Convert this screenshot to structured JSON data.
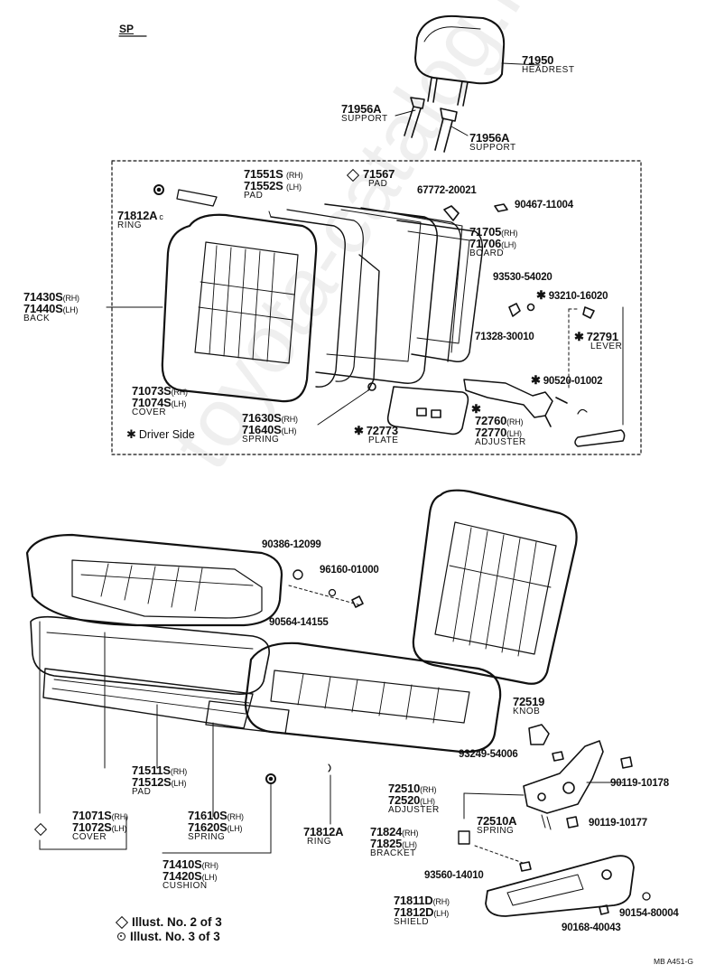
{
  "header": {
    "tag": "SP"
  },
  "headrest": {
    "num": "71950",
    "name": "HEADREST"
  },
  "support_a": {
    "num": "71956A",
    "name": "SUPPORT"
  },
  "support_b": {
    "num": "71956A",
    "name": "SUPPORT"
  },
  "back_pad": {
    "num_rh": "71551S",
    "num_lh": "71552S",
    "rh": "(RH)",
    "lh": "(LH)",
    "name": "PAD"
  },
  "pad_71567": {
    "num": "71567",
    "name": "PAD"
  },
  "clip_67772": {
    "num": "67772-20021"
  },
  "screw_90467": {
    "num": "90467-11004"
  },
  "ring_top": {
    "num": "71812A",
    "suffix": "c",
    "name": "RING"
  },
  "board": {
    "num_rh": "71705",
    "num_lh": "71706",
    "rh": "(RH)",
    "lh": "(LH)",
    "name": "BOARD"
  },
  "back": {
    "num_rh": "71430S",
    "num_lh": "71440S",
    "rh": "(RH)",
    "lh": "(LH)",
    "name": "BACK"
  },
  "p93530": {
    "num": "93530-54020"
  },
  "p93210": {
    "num": "93210-16020",
    "mark": "✱"
  },
  "p72791": {
    "num": "72791",
    "name": "LEVER",
    "mark": "✱"
  },
  "p71328": {
    "num": "71328-30010"
  },
  "p90520": {
    "num": "90520-01002",
    "mark": "✱"
  },
  "back_cover": {
    "num_rh": "71073S",
    "num_lh": "71074S",
    "rh": "(RH)",
    "lh": "(LH)",
    "name": "COVER"
  },
  "back_spring": {
    "num_rh": "71630S",
    "num_lh": "71640S",
    "rh": "(RH)",
    "lh": "(LH)",
    "name": "SPRING"
  },
  "plate": {
    "num": "72773",
    "name": "PLATE",
    "mark": "✱"
  },
  "adjuster_top": {
    "num_rh": "72760",
    "num_lh": "72770",
    "rh": "(RH)",
    "lh": "(LH)",
    "name": "ADJUSTER",
    "mark": "✱"
  },
  "driver_side": {
    "text": "Driver Side",
    "mark": "✱"
  },
  "p90386": {
    "num": "90386-12099"
  },
  "p96160": {
    "num": "96160-01000"
  },
  "p90564": {
    "num": "90564-14155"
  },
  "knob": {
    "num": "72519",
    "name": "KNOB"
  },
  "p93249": {
    "num": "93249-54006"
  },
  "p90119a": {
    "num": "90119-10178"
  },
  "adjuster_bot": {
    "num_rh": "72510",
    "num_lh": "72520",
    "rh": "(RH)",
    "lh": "(LH)",
    "name": "ADJUSTER"
  },
  "spring_a": {
    "num": "72510A",
    "name": "SPRING"
  },
  "p90119b": {
    "num": "90119-10177"
  },
  "bracket": {
    "num_rh": "71824",
    "num_lh": "71825",
    "rh": "(RH)",
    "lh": "(LH)",
    "name": "BRACKET"
  },
  "p93560": {
    "num": "93560-14010"
  },
  "seat_pad": {
    "num_rh": "71511S",
    "num_lh": "71512S",
    "rh": "(RH)",
    "lh": "(LH)",
    "name": "PAD"
  },
  "seat_cover": {
    "num_rh": "71071S",
    "num_lh": "71072S",
    "rh": "(RH)",
    "lh": "(LH)",
    "name": "COVER"
  },
  "seat_spring": {
    "num_rh": "71610S",
    "num_lh": "71620S",
    "rh": "(RH)",
    "lh": "(LH)",
    "name": "SPRING"
  },
  "ring_bot": {
    "num": "71812A",
    "name": "RING"
  },
  "cushion": {
    "num_rh": "71410S",
    "num_lh": "71420S",
    "rh": "(RH)",
    "lh": "(LH)",
    "name": "CUSHION"
  },
  "shield": {
    "num_rh": "71811D",
    "num_lh": "71812D",
    "rh": "(RH)",
    "lh": "(LH)",
    "name": "SHIELD"
  },
  "p90154": {
    "num": "90154-80004"
  },
  "p90168": {
    "num": "90168-40043"
  },
  "legend": {
    "item2": "Illust. No. 2 of 3",
    "item3": "Illust. No. 3 of 3"
  },
  "code": {
    "text": "MB  A451-G"
  },
  "watermark": {
    "text": "toyota-catalog.ru"
  }
}
